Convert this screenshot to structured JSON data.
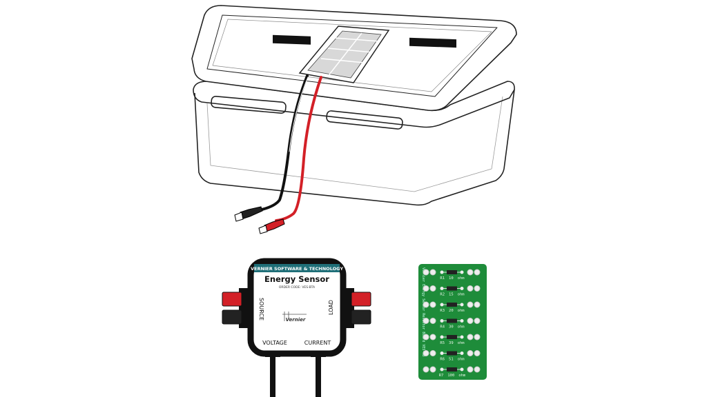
{
  "sensor": {
    "brand_band": "VERNIER SOFTWARE & TECHNOLOGY",
    "title": "Energy Sensor",
    "order_code": "ORDER CODE: VES-BTA",
    "source_label": "SOURCE",
    "load_label": "LOAD",
    "logo_text": "Vernier",
    "voltage_label": "VOLTAGE",
    "current_label": "CURRENT",
    "band_color": "#1f6f78"
  },
  "resistor_board": {
    "side_text": "Vernier Energy Sensor Resistor Board VES-RB",
    "board_color": "#1e8c3a",
    "resistors": [
      {
        "id": "R1",
        "value": "10",
        "unit": "ohm"
      },
      {
        "id": "R2",
        "value": "15",
        "unit": "ohm"
      },
      {
        "id": "R3",
        "value": "20",
        "unit": "ohm"
      },
      {
        "id": "R4",
        "value": "30",
        "unit": "ohm"
      },
      {
        "id": "R5",
        "value": "39",
        "unit": "ohm"
      },
      {
        "id": "R6",
        "value": "51",
        "unit": "ohm"
      },
      {
        "id": "R7",
        "value": "100",
        "unit": "ohm"
      }
    ]
  },
  "wires": {
    "positive_color": "#d32027",
    "negative_color": "#111111"
  }
}
